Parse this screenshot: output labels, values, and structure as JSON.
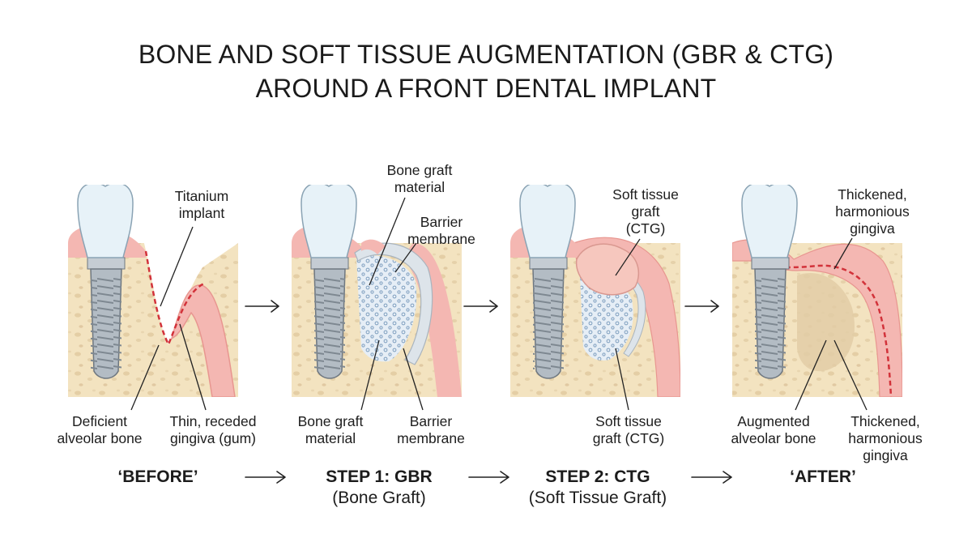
{
  "title": {
    "line1": "BONE AND SOFT TISSUE AUGMENTATION (GBR & CTG)",
    "line2": "AROUND A FRONT DENTAL IMPLANT"
  },
  "panels": [
    {
      "id": "before",
      "stage": "‘BEFORE’",
      "stage_sub": "",
      "labels": {
        "top_right": [
          "Titanium",
          "implant"
        ],
        "bottom_left": [
          "Deficient",
          "alveolar bone"
        ],
        "bottom_right": [
          "Thin, receded",
          "gingiva (gum)"
        ]
      }
    },
    {
      "id": "gbr",
      "stage": "STEP 1: GBR",
      "stage_sub": "(Bone Graft)",
      "labels": {
        "top_center": [
          "Bone graft",
          "material"
        ],
        "top_right": [
          "Barrier",
          "membrane"
        ],
        "bottom_left": [
          "Bone graft",
          "material"
        ],
        "bottom_right": [
          "Barrier",
          "membrane"
        ]
      }
    },
    {
      "id": "ctg",
      "stage": "STEP 2: CTG",
      "stage_sub": "(Soft Tissue Graft)",
      "labels": {
        "top_right": [
          "Soft tissue",
          "graft",
          "(CTG)"
        ],
        "bottom_center": [
          "Soft tissue",
          "graft (CTG)"
        ]
      }
    },
    {
      "id": "after",
      "stage": "‘AFTER’",
      "stage_sub": "",
      "labels": {
        "top_right": [
          "Thickened,",
          "harmonious",
          "gingiva"
        ],
        "bottom_left": [
          "Augmented",
          "alveolar bone"
        ],
        "bottom_right": [
          "Thickened,",
          "harmonious",
          "gingiva"
        ]
      }
    }
  ],
  "colors": {
    "bone": "#f3e3c0",
    "bone_pore": "#e0c99e",
    "gum": "#f4b7b2",
    "gum_edge": "#e89690",
    "tooth": "#e7f2f8",
    "implant": "#b3bcc4",
    "graft": "#e6eef6",
    "graft_dot": "#7f9fbf",
    "membrane": "#dde4ea",
    "ctg": "#f6c7be",
    "dashed": "#d2323a",
    "line": "#222222"
  },
  "icons": [
    "arrow-right-icon"
  ]
}
